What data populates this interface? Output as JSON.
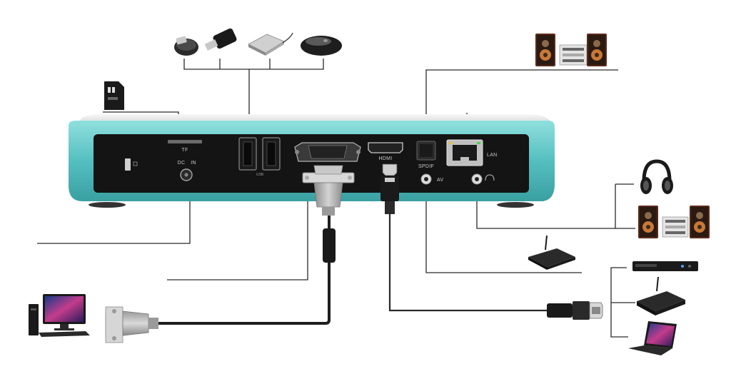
{
  "ports": {
    "tf_label": "TF",
    "dc_label": "DC",
    "dc_in_label": "IN",
    "usb_label": "USB",
    "hdmi_label": "HDMI",
    "spdif_label": "SPDIF",
    "av_label": "AV",
    "lan_label": "LAN"
  },
  "icons": {
    "sd_card": "sd-card-icon",
    "mouse": "mouse-icon",
    "usb_drive": "usb-drive-icon",
    "hard_drive": "external-hard-drive-icon",
    "headphones": "headphones-icon",
    "speakers": "speaker-system-icon",
    "router": "router-icon",
    "monitor": "desktop-computer-icon",
    "laptop": "laptop-icon",
    "dvd_player": "dvd-player-icon"
  },
  "colors": {
    "accent_teal": "#5fc8c8",
    "box_panel": "#141414",
    "wire": "#2a2a2a"
  }
}
